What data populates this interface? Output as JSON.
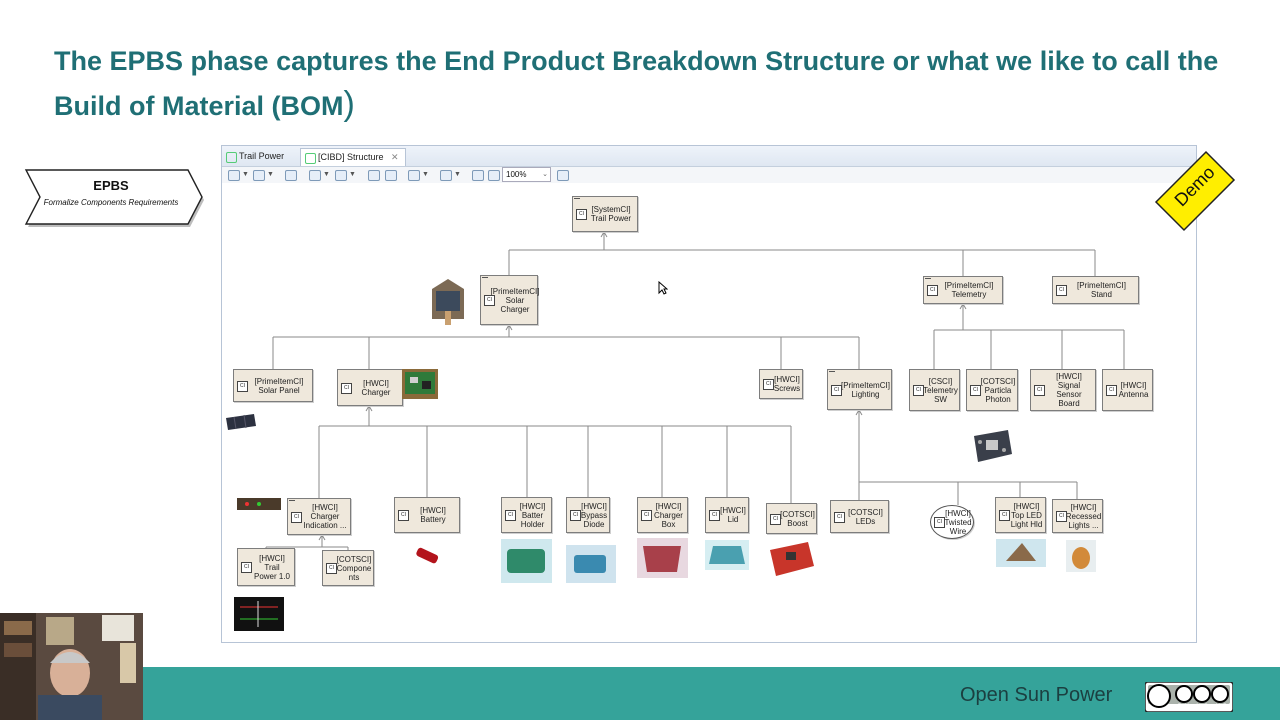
{
  "slide": {
    "title_main": "The EPBS phase captures the End Product Breakdown Structure or what we like to call the Build of Material (BOM",
    "title_paren": ")",
    "epbs_label": "EPBS",
    "epbs_sublabel": "Formalize Components Requirements",
    "demo_label": "Demo",
    "footer_text": "Open Sun Power",
    "license_text": "BY NC ND"
  },
  "editor": {
    "tabs": [
      {
        "label": "Trail Power",
        "closable": false
      },
      {
        "label": "[CIBD] Structure",
        "closable": true
      }
    ],
    "zoom": "100%"
  },
  "diagram": {
    "ci_icon": "CI",
    "nodes": {
      "trail_power": "[SystemCI] Trail Power",
      "solar_charger": "[PrimeItemCI] Solar Charger",
      "telemetry": "[PrimeItemCI] Telemetry",
      "stand": "[PrimeItemCI] Stand",
      "solar_panel": "[PrimeItemCI] Solar Panel",
      "charger": "[HWCI] Charger",
      "screws": "[HWCI] Screws",
      "lighting": "[PrimeItemCI] Lighting",
      "telemetry_sw": "[CSCI] Telemetry SW",
      "particle_photon": "[COTSCI] Particla Photon",
      "signal_sensor_board": "[HWCI] Signal Sensor Board",
      "antenna": "[HWCI] Antenna",
      "charger_indication": "[HWCI] Charger Indication ...",
      "battery": "[HWCI] Battery",
      "batter_holder": "[HWCI] Batter Holder",
      "bypass_diode": "[HWCI] Bypass Diode",
      "charger_box": "[HWCI] Charger Box",
      "lid": "[HWCI] Lid",
      "boost": "[COTSCI] Boost",
      "leds": "[COTSCI] LEDs",
      "twisted_wire": "[HWCI] Twisted Wire",
      "top_led_light_hld": "[HWCI] Top LED Light Hld",
      "recessed_lights": "[HWCI] Recessed Lights ...",
      "trail_power_1": "[HWCI] Trail Power 1.0",
      "components": "[COTSCI] Compone nts"
    }
  },
  "colors": {
    "title": "#1f6f75",
    "footer": "#35a39a",
    "node_fill": "#efe8dc",
    "demo_fill": "#ffee00"
  }
}
